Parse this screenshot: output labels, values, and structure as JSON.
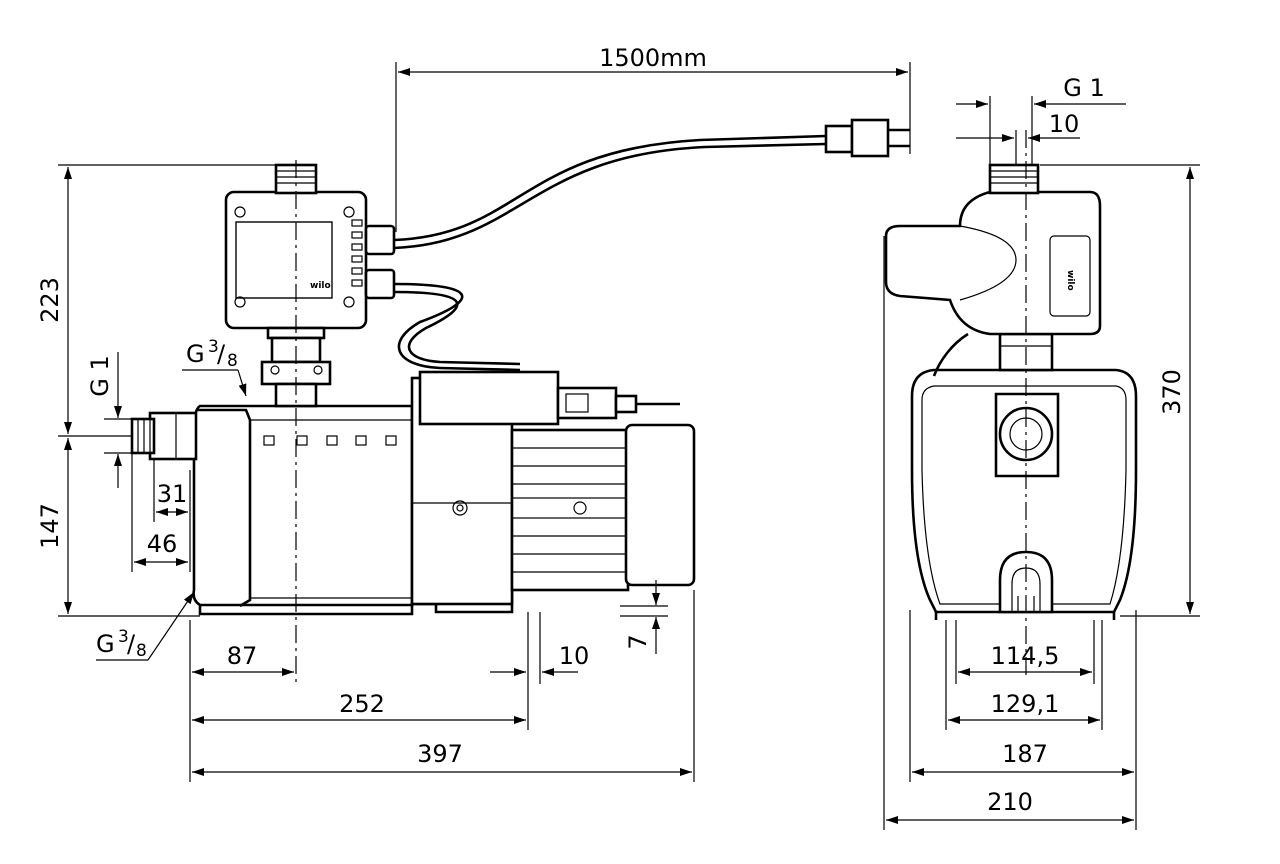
{
  "labels": {
    "cable_length": "1500mm",
    "side_inlet_thread": "G 1",
    "side_outlet_thread": "G 1",
    "side_offset": "10",
    "height_total_side": "370",
    "height_upper": "223",
    "height_lower": "147",
    "g38_top_base": "G",
    "g38_top_num": "3",
    "g38_top_den": "8",
    "g38_bottom_base": "G",
    "g38_bottom_num": "3",
    "g38_bottom_den": "8",
    "inlet_len_31": "31",
    "inlet_len_46": "46",
    "dim_87": "87",
    "dim_252": "252",
    "dim_397": "397",
    "dim_10_foot": "10",
    "dim_7": "7",
    "dim_114_5": "114,5",
    "dim_129_1": "129,1",
    "dim_187": "187",
    "dim_210": "210",
    "brand_front": "wilo",
    "brand_side": "wilo"
  }
}
